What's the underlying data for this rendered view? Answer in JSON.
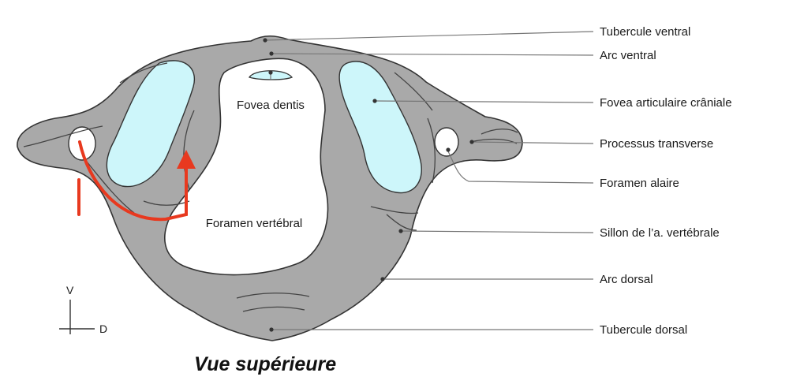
{
  "diagram": {
    "caption": "Vue supérieure",
    "axis": {
      "vertical": "V",
      "horizontal": "D"
    },
    "inner_labels": {
      "fovea_dentis": "Fovea dentis",
      "foramen_vertebral": "Foramen vertébral"
    },
    "labels": [
      {
        "id": "tubercule-ventral",
        "text": "Tubercule ventral"
      },
      {
        "id": "arc-ventral",
        "text": "Arc ventral"
      },
      {
        "id": "fovea-articulaire-craniale",
        "text": "Fovea articulaire crâniale"
      },
      {
        "id": "processus-transverse",
        "text": "Processus transverse"
      },
      {
        "id": "foramen-alaire",
        "text": "Foramen alaire"
      },
      {
        "id": "sillon-a-vertebrale",
        "text": "Sillon de l’a. vertébrale"
      },
      {
        "id": "arc-dorsal",
        "text": "Arc dorsal"
      },
      {
        "id": "tubercule-dorsal",
        "text": "Tubercule dorsal"
      }
    ],
    "colors": {
      "bone": "#a9a9a9",
      "facet": "#cdf6fa",
      "outline": "#333333",
      "arrow": "#e8391f"
    }
  }
}
